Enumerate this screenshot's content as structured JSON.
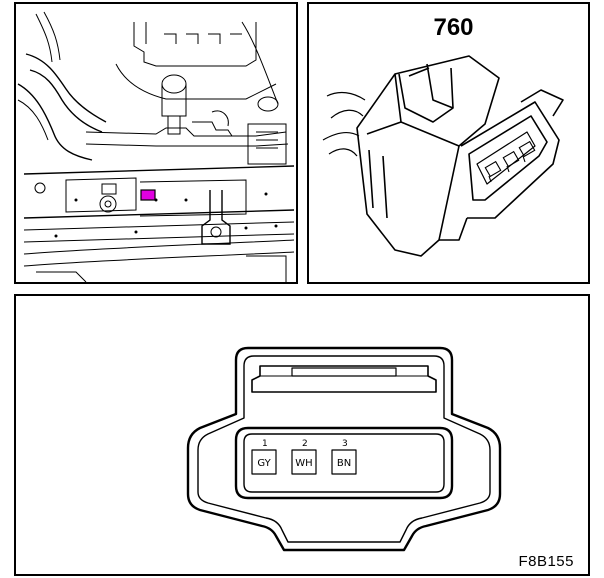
{
  "connector": {
    "number": "760",
    "location_highlight_color": "#e000e0"
  },
  "face_view": {
    "drawing_id": "F8B155",
    "pins": [
      {
        "number": "1",
        "wire_color": "GY"
      },
      {
        "number": "2",
        "wire_color": "WH"
      },
      {
        "number": "3",
        "wire_color": "BN"
      }
    ]
  }
}
